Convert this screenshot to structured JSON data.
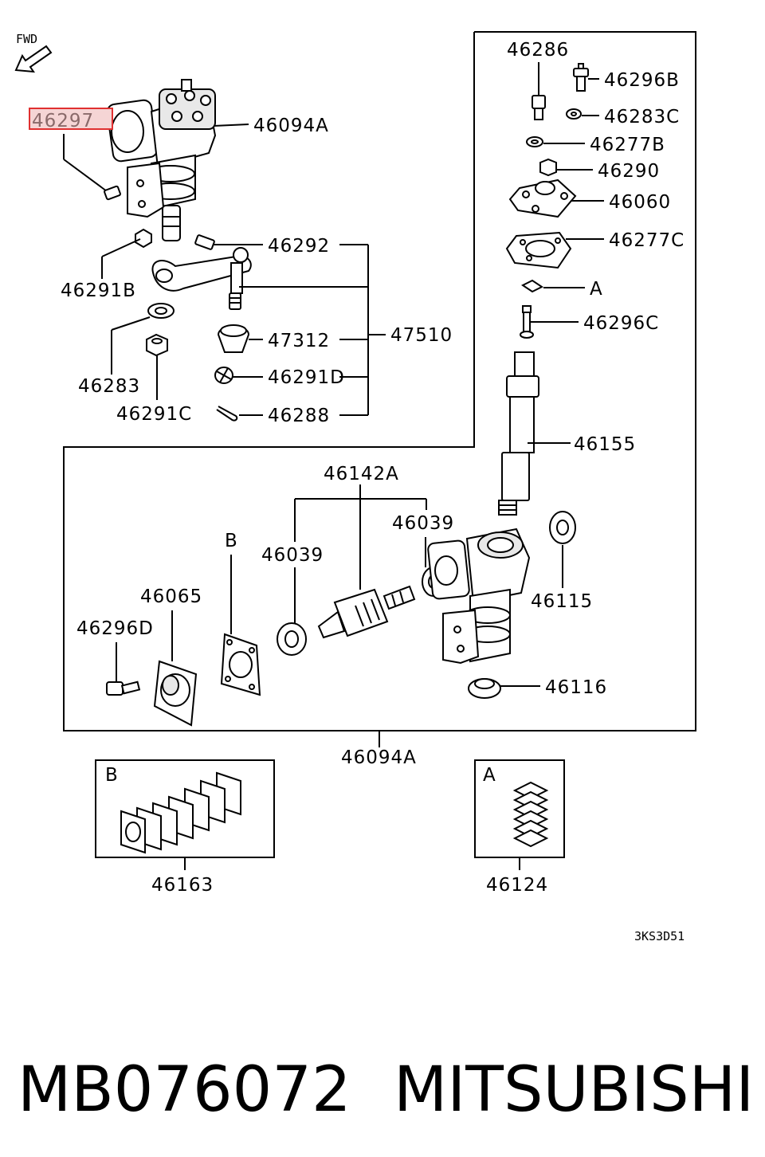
{
  "direction_label": "FWD",
  "highlighted_part": "46297",
  "labels": {
    "p46094A_top": "46094A",
    "p46292": "46292",
    "p46291B": "46291B",
    "p47312": "47312",
    "p47510": "47510",
    "p46283": "46283",
    "p46291D": "46291D",
    "p46291C": "46291C",
    "p46288": "46288",
    "p46286": "46286",
    "p46296B": "46296B",
    "p46283C": "46283C",
    "p46277B": "46277B",
    "p46290": "46290",
    "p46060": "46060",
    "p46277C": "46277C",
    "pA": "A",
    "p46296C": "46296C",
    "p46155": "46155",
    "p46142A": "46142A",
    "p46039_right": "46039",
    "p46039_left": "46039",
    "pB": "B",
    "p46065": "46065",
    "p46296D": "46296D",
    "p46115": "46115",
    "p46116": "46116",
    "p46094A_bottom": "46094A",
    "boxB_letter": "B",
    "boxA_letter": "A",
    "p46163": "46163",
    "p46124": "46124",
    "diagram_code": "3KS3D51"
  },
  "caption": {
    "part_number": "MB076072",
    "brand": "MITSUBISHI"
  },
  "colors": {
    "highlight_border": "#e03030",
    "highlight_fill": "#f5d5d5"
  }
}
